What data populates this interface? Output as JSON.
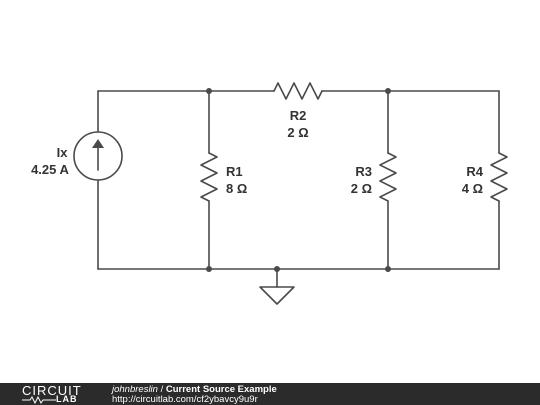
{
  "components": {
    "source": {
      "name": "Ix",
      "value": "4.25 A"
    },
    "r1": {
      "name": "R1",
      "value": "8 Ω"
    },
    "r2": {
      "name": "R2",
      "value": "2 Ω"
    },
    "r3": {
      "name": "R3",
      "value": "2 Ω"
    },
    "r4": {
      "name": "R4",
      "value": "4 Ω"
    }
  },
  "footer": {
    "logo_top": "CIRCUIT",
    "logo_bottom": "LAB",
    "author": "johnbreslin",
    "separator": " / ",
    "title": "Current Source Example",
    "url": "http://circuitlab.com/cf2ybavcy9u9r"
  }
}
